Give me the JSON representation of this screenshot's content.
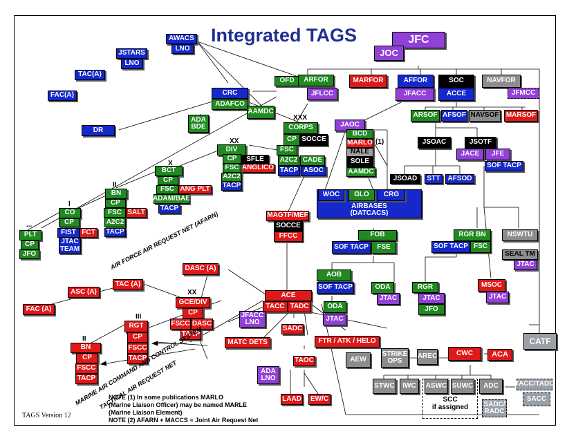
{
  "title": "Integrated TAGS",
  "version": "TAGS Version 12",
  "notes": [
    "NOTE (1) In some publications MARLO",
    "(Marine Liaison Officer) may be named MARLE",
    "(Marine Liaison Element)",
    "NOTE (2) AFARN + MACCS = Joint Air Request Net"
  ],
  "net_labels": {
    "afarn": "AIR FORCE AIR REQUEST NET (AFARN)",
    "maccs": "MARINE AIR COMMAND AND CONTROL SYSTEM",
    "tarn": "TACTICAL AIR REQUEST NET"
  },
  "echelons": {
    "xxx": "XXX",
    "xx_army": "XX",
    "x": "X",
    "iii_army": "II",
    "i": "I",
    "dots": "...",
    "xx_marine": "XX",
    "iii_marine": "III",
    "ii_marine": "II"
  },
  "note_marker": "(1)",
  "scc_label": "SCC\nif assigned",
  "colors": {
    "blue": "#1428cc",
    "green": "#1f8a1f",
    "red": "#e01818",
    "purple": "#9140d8",
    "black": "#000000",
    "gray": "#8c8c8c",
    "title": "#1f2f8e"
  },
  "nodes": {
    "jfc": "JFC",
    "joc": "JOC",
    "awacs": "AWACS",
    "awacs_lno": "LNO",
    "jstars": "JSTARS",
    "jstars_lno": "LNO",
    "taca": "TAC(A)",
    "faca": "FAC(A)",
    "crc": "CRC",
    "adafco": "ADAFCO",
    "ada_bde": "ADA\nBDE",
    "aamdc": "AAMDC",
    "dr": "DR",
    "ofd": "OFD",
    "arfor": "ARFOR",
    "jflcc": "JFLCC",
    "marfor": "MARFOR",
    "affor": "AFFOR",
    "jfacc": "JFACC",
    "soc": "SOC",
    "acce": "ACCE",
    "navfor": "NAVFOR",
    "jfmcc": "JFMCC",
    "arsof": "ARSOF",
    "afsof": "AFSOF",
    "navsof": "NAVSOF",
    "marsof": "MARSOF",
    "jaoc": "JAOC",
    "bcd": "BCD",
    "marlo": "MARLO",
    "nale": "NALE",
    "sole": "SOLE",
    "jaoc_aamdc": "AAMDC",
    "jsoac": "JSOAC",
    "jsotf": "JSOTF",
    "jace": "JACE",
    "jfe": "JFE",
    "jsotf_softacp": "SOF TACP",
    "jsoad": "JSOAD",
    "stt": "STT",
    "afsod": "AFSOD",
    "woc": "WOC",
    "glo": "GLO",
    "crg": "CRG",
    "airbases": "AIRBASES\n(DATCACS)",
    "corps": "CORPS",
    "corps_cp": "CP",
    "corps_socce": "SOCCE",
    "corps_fsc": "FSC",
    "corps_a2c2": "A2C2",
    "corps_cade": "CADE",
    "corps_tacp": "TACP",
    "corps_asoc": "ASOC",
    "div": "DIV",
    "div_cp": "CP",
    "div_fsc": "FSC",
    "div_a2c2": "A2C2",
    "div_tacp": "TACP",
    "sfle": "SFLE",
    "anglico": "ANGLICO",
    "bct": "BCT",
    "bct_cp": "CP",
    "bct_fsc": "FSC",
    "ang_plt": "ANG PLT",
    "adam_bae": "ADAM/BAE",
    "bct_tacp": "TACP",
    "bn": "BN",
    "bn_cp": "CP",
    "bn_fsc": "FSC",
    "salt": "SALT",
    "bn_a2c2": "A2C2",
    "bn_tacp": "TACP",
    "co": "CO",
    "co_cp": "CP",
    "fist": "FIST",
    "fct": "FCT",
    "jtac_team": "JTAC\nTEAM",
    "plt": "PLT",
    "plt_cp": "CP",
    "jfo": "JFO",
    "magtf": "MAGTF/MEF",
    "magtf_socce": "SOCCE",
    "ffcc": "FFCC",
    "fob": "FOB",
    "fob_softacp": "SOF TACP",
    "fse": "FSE",
    "rgr_bn": "RGR BN",
    "rgr_softacp": "SOF TACP",
    "rgr_fsc": "FSC",
    "nswtu": "NSWTU",
    "seal_tm": "SEAL TM",
    "seal_jtac": "JTAC",
    "aob": "AOB",
    "aob_softacp": "SOF TACP",
    "oda_l": "ODA",
    "oda_l_jtac": "JTAC",
    "oda_r": "ODA",
    "oda_r_jtac": "JTAC",
    "rgr": "RGR",
    "rgr_jtac": "JTAC",
    "rgr_jfo": "JFO",
    "msoc": "MSOC",
    "msoc_jtac": "JTAC",
    "dasca": "DASC (A)",
    "taca2": "TAC (A)",
    "asca": "ASC (A)",
    "faca2": "FAC (A)",
    "gcediv": "GCE/DIV",
    "gce_cp": "CP",
    "gce_fscc": "FSCC",
    "gce_dasc": "DASC",
    "gce_tacp": "TACP",
    "rgt": "RGT",
    "rgt_cp": "CP",
    "rgt_fscc": "FSCC",
    "rgt_tacp": "TACP",
    "mbn": "BN",
    "mbn_cp": "CP",
    "mbn_fscc": "FSCC",
    "mbn_tacp": "TACP",
    "ace": "ACE",
    "tacc": "TACC",
    "tadc": "TADC",
    "jfacc_lno": "JFACC\nLNO",
    "sadc": "SADC",
    "matc": "MATC DETS",
    "ftr": "FTR / ATK / HELO",
    "taoc": "TAOC",
    "ada_lno": "ADA\nLNO",
    "laad": "LAAD",
    "ewc": "EW/C",
    "aew": "AEW",
    "strike_ops": "STRIKE\nOPS",
    "arec": "AREC",
    "cwc": "CWC",
    "aca": "ACA",
    "catf": "CATF",
    "stwc": "STWC",
    "iwc": "IWC",
    "aswc": "ASWC",
    "suwc": "SUWC",
    "adc": "ADC",
    "tacc_tadc": "TACC/TADC",
    "sadc_radc": "SADC/\nRADC",
    "sacc": "SACC"
  }
}
